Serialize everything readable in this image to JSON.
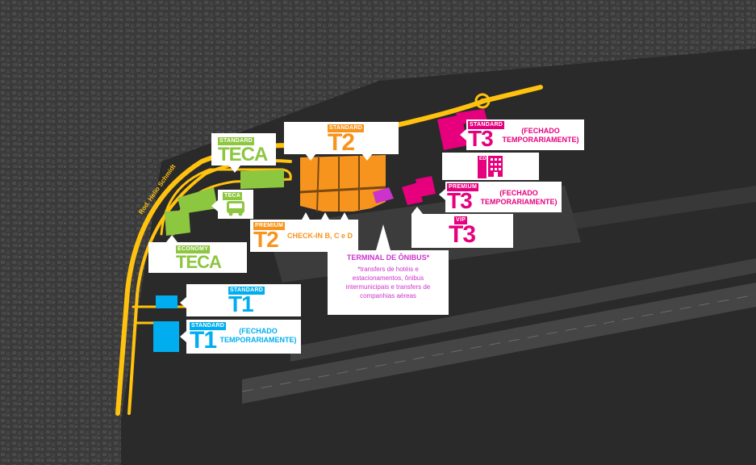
{
  "colors": {
    "yellow": "#ffc20e",
    "green": "#8dc63f",
    "orange": "#f7941d",
    "magenta": "#e6007e",
    "violet": "#cc33cc",
    "cyan": "#00aeef",
    "white": "#ffffff"
  },
  "road": {
    "name": "Rod. Helio Schmidt"
  },
  "labels": {
    "teca_standard": {
      "tag": "STANDARD",
      "name": "TECA"
    },
    "teca_bus": {
      "tag": "TECA"
    },
    "teca_economy": {
      "tag": "ECONOMY",
      "name": "TECA"
    },
    "t2_standard": {
      "tag": "STANDARD",
      "name": "T2"
    },
    "t2_premium": {
      "tag": "PREMIUM",
      "name": "T2",
      "note": "CHECK-IN B, C e D"
    },
    "t3_standard": {
      "tag": "STANDARD",
      "name": "T3",
      "note": "(FECHADO TEMPORARIAMENTE)"
    },
    "t3_edg": {
      "tag": "EDG"
    },
    "t3_premium": {
      "tag": "PREMIUM",
      "name": "T3",
      "note": "(FECHADO TEMPORARIAMENTE)"
    },
    "t3_vip": {
      "tag": "VIP",
      "name": "T3"
    },
    "t1_standard_1": {
      "tag": "STANDARD",
      "name": "T1"
    },
    "t1_standard_2": {
      "tag": "STANDARD",
      "name": "T1",
      "note": "(FECHADO TEMPORARIAMENTE)"
    },
    "bus_terminal": {
      "title": "TERMINAL DE ÔNIBUS*",
      "text": "*transfers de hotéis e estacionamentos, ônibus intermunicipais e transfers de companhias aéreas"
    }
  }
}
